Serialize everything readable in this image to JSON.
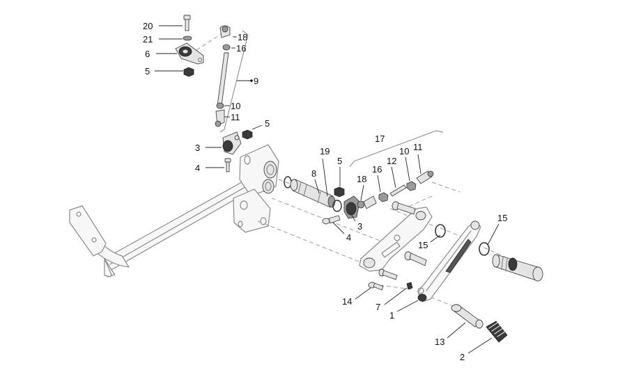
{
  "labels": {
    "l20": "20",
    "l21": "21",
    "l6": "6",
    "l5a": "5",
    "l18a": "18",
    "l16a": "16",
    "l9": "9",
    "l10a": "10",
    "l11a": "11",
    "l5b": "5",
    "l3a": "3",
    "l4a": "4",
    "l19": "19",
    "l8": "8",
    "l5c": "5",
    "l17": "17",
    "l18b": "18",
    "l16b": "16",
    "l12": "12",
    "l10b": "10",
    "l11b": "11",
    "l3b": "3",
    "l4b": "4",
    "l15a": "15",
    "l15b": "15",
    "l14": "14",
    "l7": "7",
    "l1": "1",
    "l13": "13",
    "l2": "2"
  }
}
